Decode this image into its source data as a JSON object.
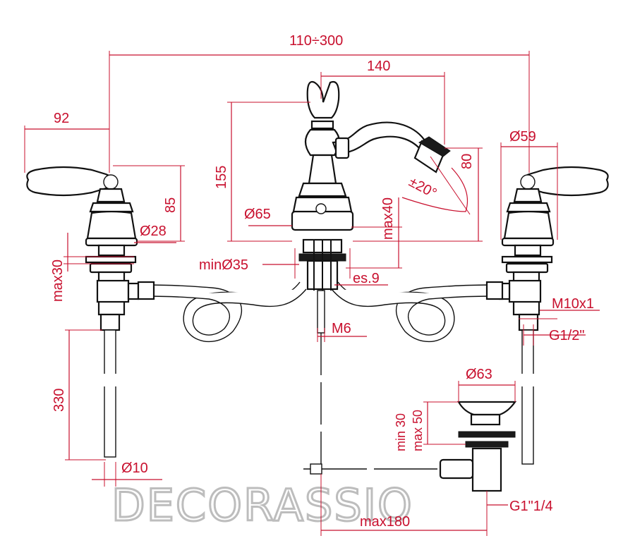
{
  "dimensions": {
    "spread": "110÷300",
    "spout_center": "140",
    "handle_offset": "92",
    "body_height": "155",
    "diameter_59": "Ø59",
    "height_80": "80",
    "angle": "±20°",
    "height_85": "85",
    "diameter_65": "Ø65",
    "diameter_28": "Ø28",
    "max_40": "max40",
    "min_hole": "minØ35",
    "thickness": "es.9",
    "max_30": "max30",
    "thread_m10": "M10x1",
    "thread_g12": "G1/2\"",
    "rod_m6": "M6",
    "hose_330": "330",
    "diameter_63": "Ø63",
    "min_30": "min 30",
    "max_50": "max 50",
    "tube_d10": "Ø10",
    "drain_thread": "G1\"1/4",
    "max_180": "max180"
  },
  "watermark": "DECORASSIO",
  "colors": {
    "dimension": "#c8102e",
    "outline": "#111111"
  }
}
